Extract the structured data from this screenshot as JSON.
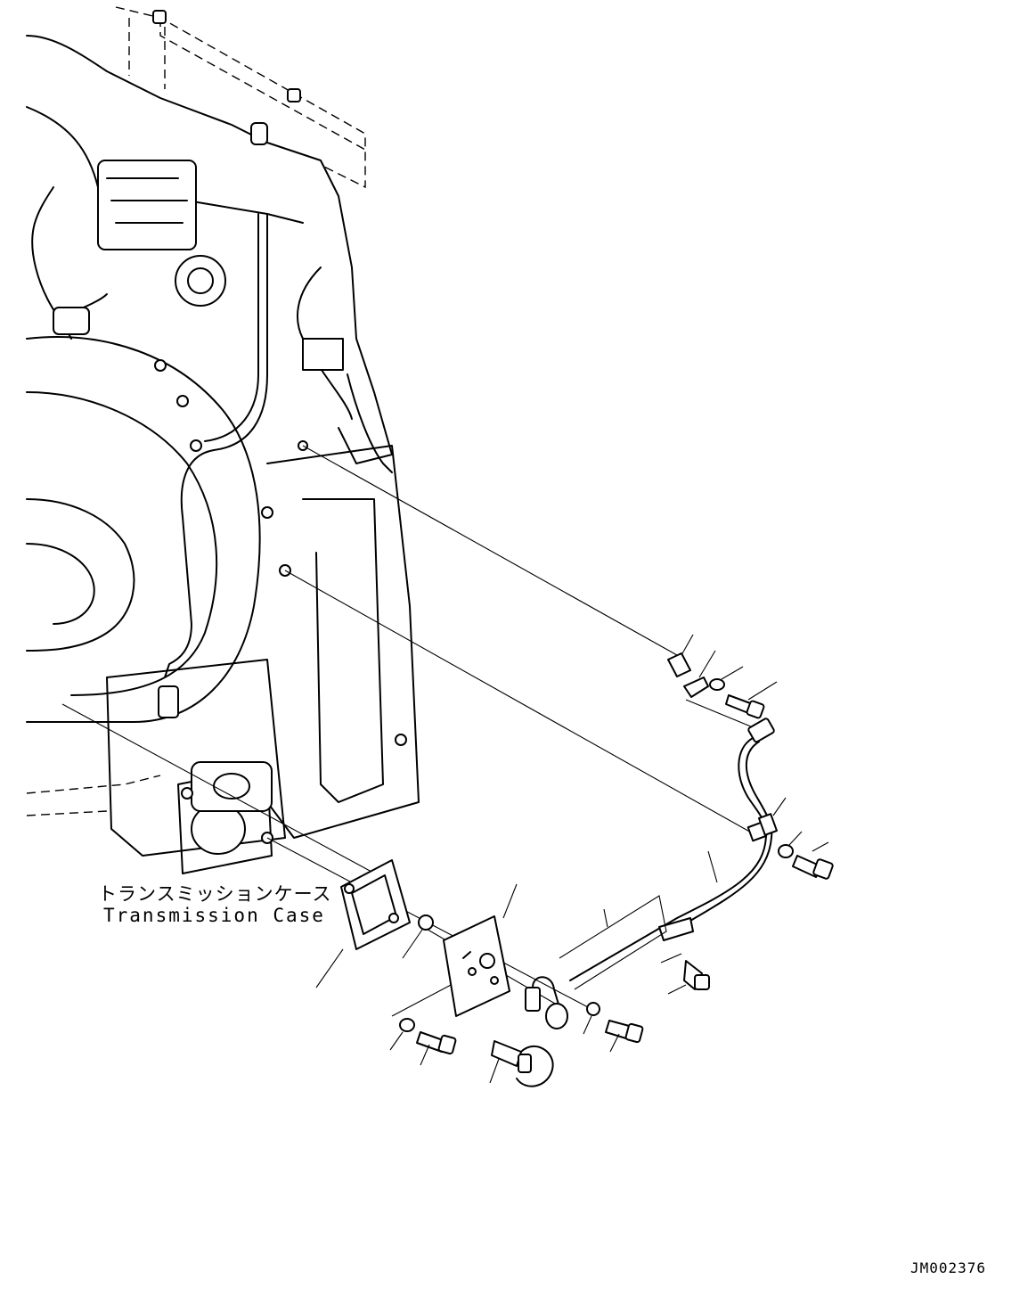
{
  "labels": {
    "component_jp": "トランスミッションケース",
    "component_en": "Transmission Case",
    "drawing_id": "JM002376"
  },
  "icons": [
    "engine-block-drawing",
    "bolt-icon",
    "washer-icon",
    "gasket-icon",
    "cover-plate-icon",
    "speed-sensor-icon",
    "wire-harness-icon",
    "clip-icon",
    "bushing-icon"
  ]
}
